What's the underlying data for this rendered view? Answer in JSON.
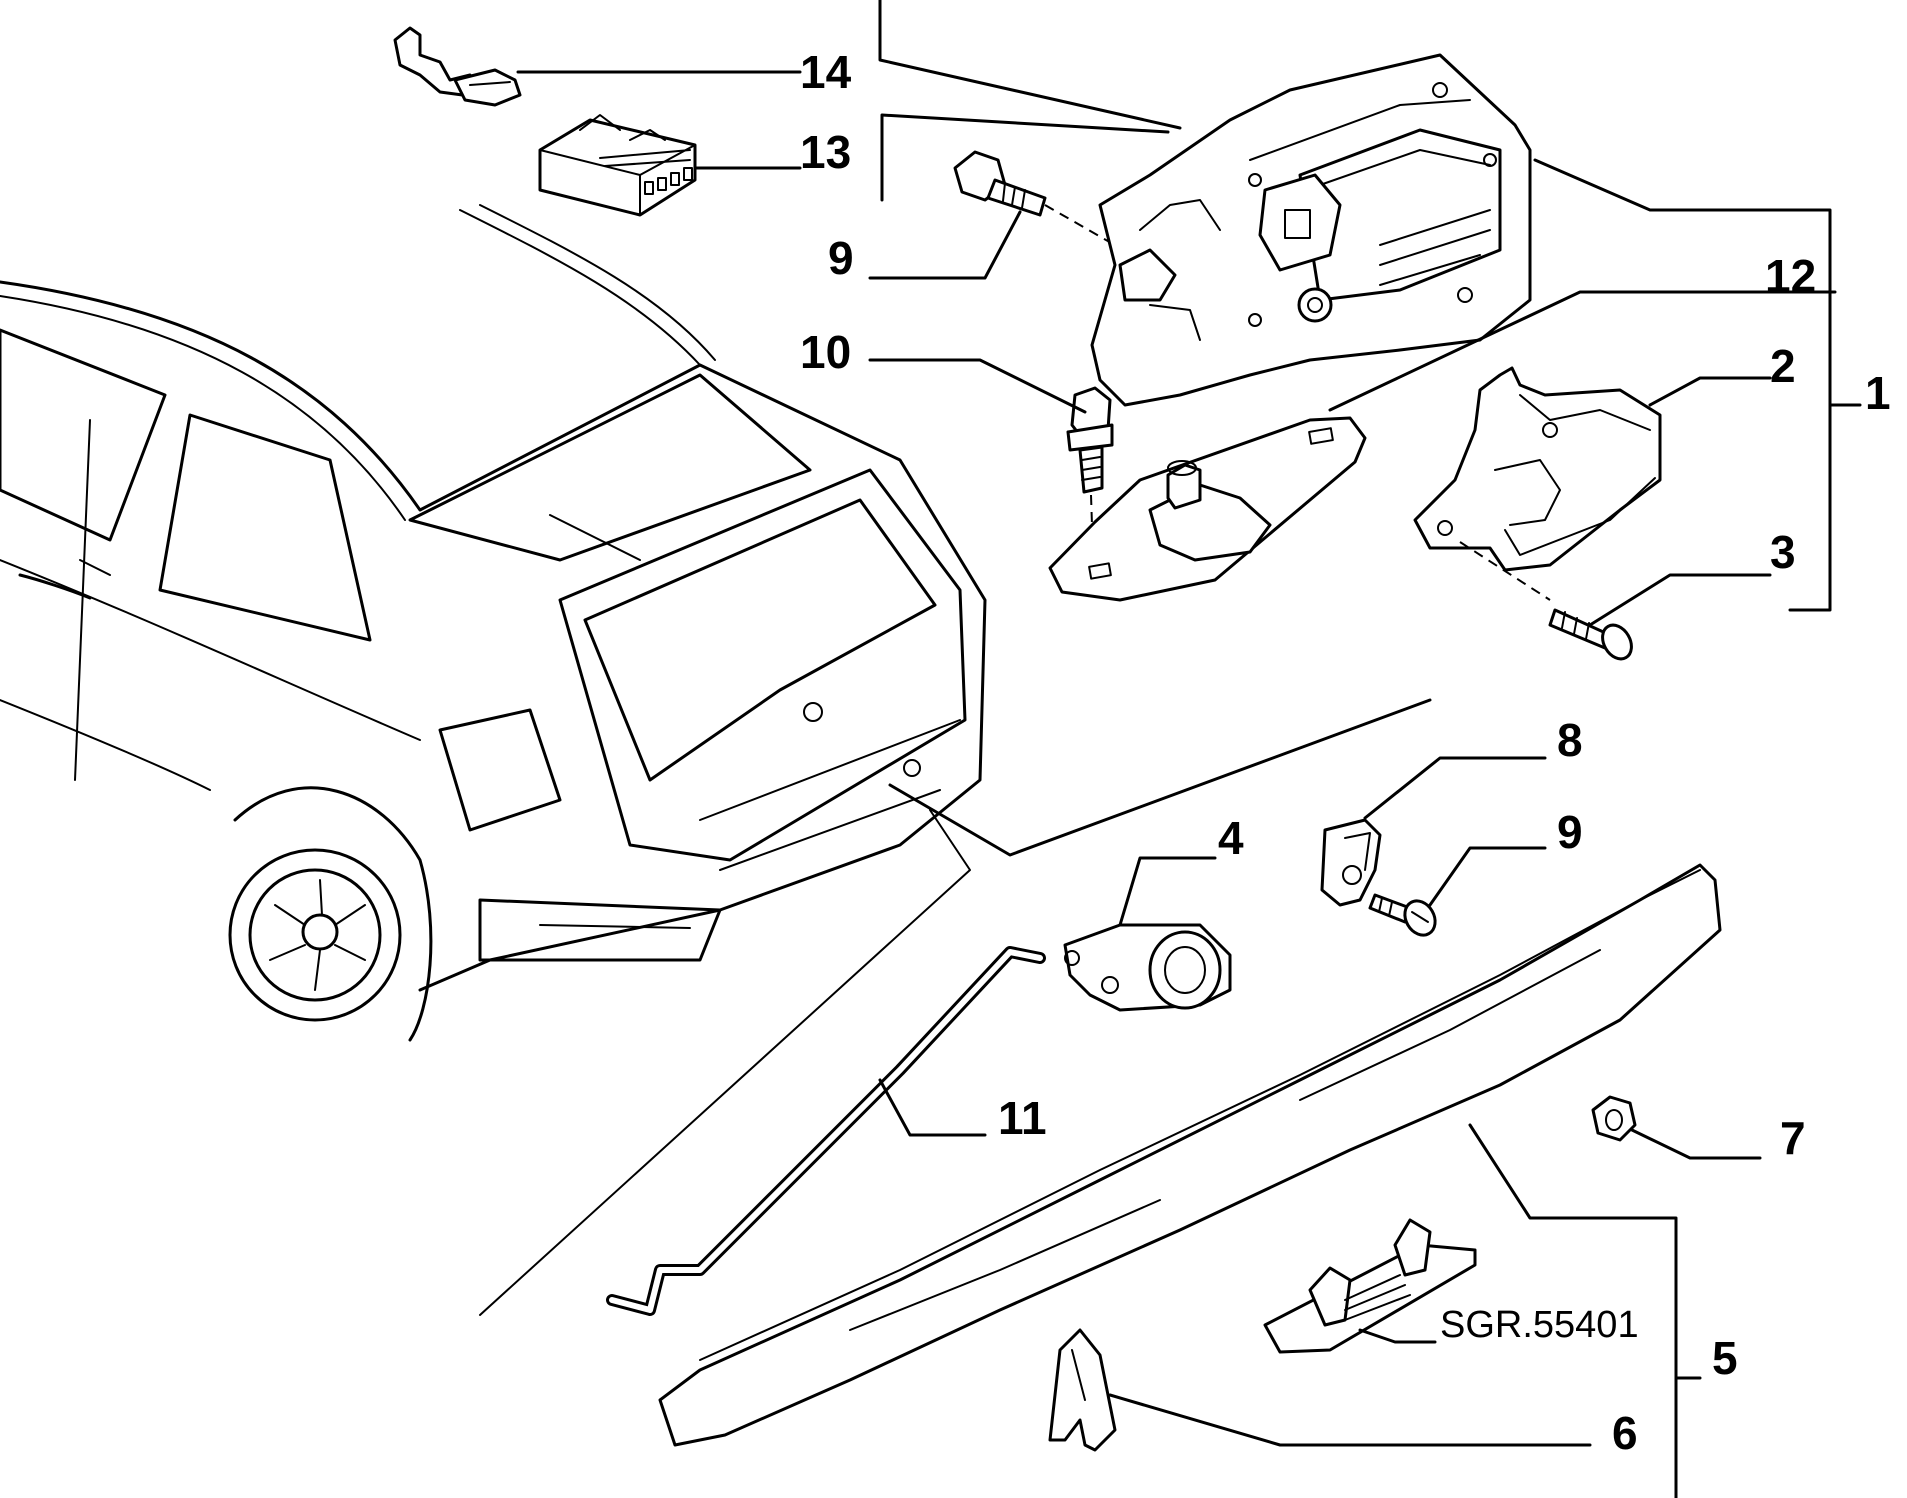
{
  "diagram": {
    "code": "SGR.55401",
    "callouts": [
      {
        "id": "c14",
        "text": "14"
      },
      {
        "id": "c13",
        "text": "13"
      },
      {
        "id": "c9a",
        "text": "9"
      },
      {
        "id": "c10",
        "text": "10"
      },
      {
        "id": "c12",
        "text": "12"
      },
      {
        "id": "c2",
        "text": "2"
      },
      {
        "id": "c1",
        "text": "1"
      },
      {
        "id": "c3",
        "text": "3"
      },
      {
        "id": "c8",
        "text": "8"
      },
      {
        "id": "c4",
        "text": "4"
      },
      {
        "id": "c9b",
        "text": "9"
      },
      {
        "id": "c11",
        "text": "11"
      },
      {
        "id": "c7",
        "text": "7"
      },
      {
        "id": "c5",
        "text": "5"
      },
      {
        "id": "c6",
        "text": "6"
      }
    ]
  }
}
